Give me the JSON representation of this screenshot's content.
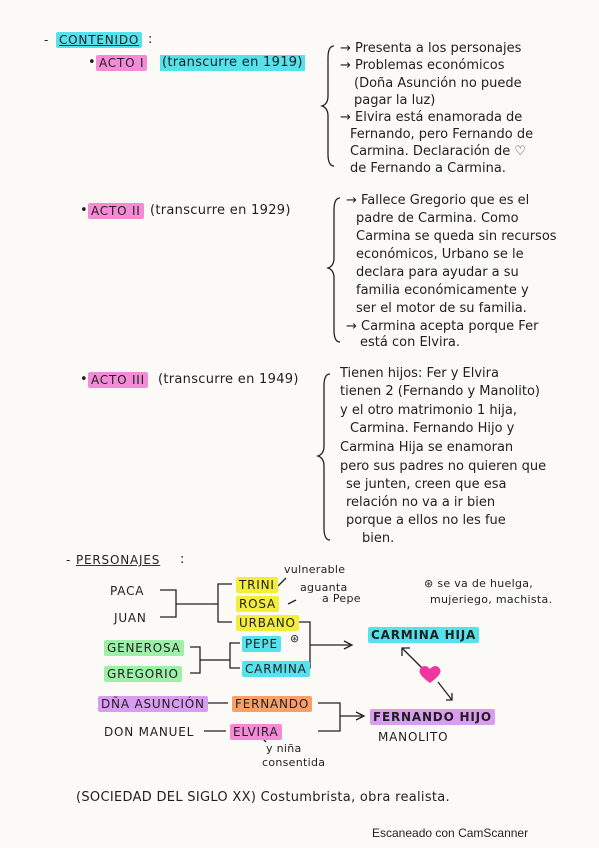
{
  "contenido": {
    "title": "CONTENIDO",
    "acto1": {
      "label": "ACTO I",
      "time": "(transcurre en 1919)",
      "notes": [
        "→ Presenta a los personajes",
        "→ Problemas económicos",
        "(Doña Asunción no puede",
        "pagar la luz)",
        "→ Elvira está enamorada de",
        "Fernando, pero Fernando de",
        "Carmina. Declaración de ♡",
        "de Fernando a Carmina."
      ]
    },
    "acto2": {
      "label": "ACTO II",
      "time": "(transcurre en 1929)",
      "notes": [
        "→ Fallece Gregorio que es el",
        "padre de Carmina. Como",
        "Carmina se queda sin recursos",
        "económicos, Urbano se le",
        "declara para ayudar a su",
        "familia económicamente y",
        "ser el motor de su familia.",
        "→ Carmina acepta porque Fer",
        "está con Elvira."
      ]
    },
    "acto3": {
      "label": "ACTO III",
      "time": "(transcurre en 1949)",
      "notes": [
        "Tienen hijos: Fer y Elvira",
        "tienen 2 (Fernando y Manolito)",
        "y el otro matrimonio 1 hija,",
        "Carmina. Fernando Hijo y",
        "Carmina Hija se enamoran",
        "pero sus padres no quieren que",
        "se junten, creen que esa",
        "relación no va a ir bien",
        "porque a ellos no les fue",
        "bien."
      ]
    }
  },
  "personajes": {
    "title": "PERSONAJES",
    "paca": "PACA",
    "juan": "JUAN",
    "generosa": "GENEROSA",
    "gregorio": "GREGORIO",
    "asuncion": "DÑA ASUNCIÓN",
    "manuel": "DON MANUEL",
    "trini": "TRINI",
    "rosa": "ROSA",
    "urbano": "URBANO",
    "pepe": "PEPE",
    "carmina": "CARMINA",
    "fernando": "FERNANDO",
    "elvira": "ELVIRA",
    "carmina_hija": "CARMINA HIJA",
    "fernando_hijo": "FERNANDO HIJO",
    "manolito": "MANOLITO",
    "note_vulnerable": "vulnerable",
    "note_aguanta_1": "aguanta",
    "note_aguanta_2": "a Pepe",
    "note_pepe_1": "⊛ se va de huelga,",
    "note_pepe_2": "mujeriego, machista.",
    "note_nina_1": "y niña",
    "note_nina_2": "consentida",
    "pepe_star": "⊛"
  },
  "conclusion": "(SOCIEDAD DEL SIGLO XX) Costumbrista, obra realista.",
  "footer": "Escaneado con CamScanner",
  "colors": {
    "cyan": "#55e2ec",
    "pink": "#f58bd6",
    "yellow": "#f2ee3a",
    "green": "#9ef0a9",
    "purple": "#d99cf0",
    "orange": "#f7a168",
    "heart": "#f0379f"
  }
}
